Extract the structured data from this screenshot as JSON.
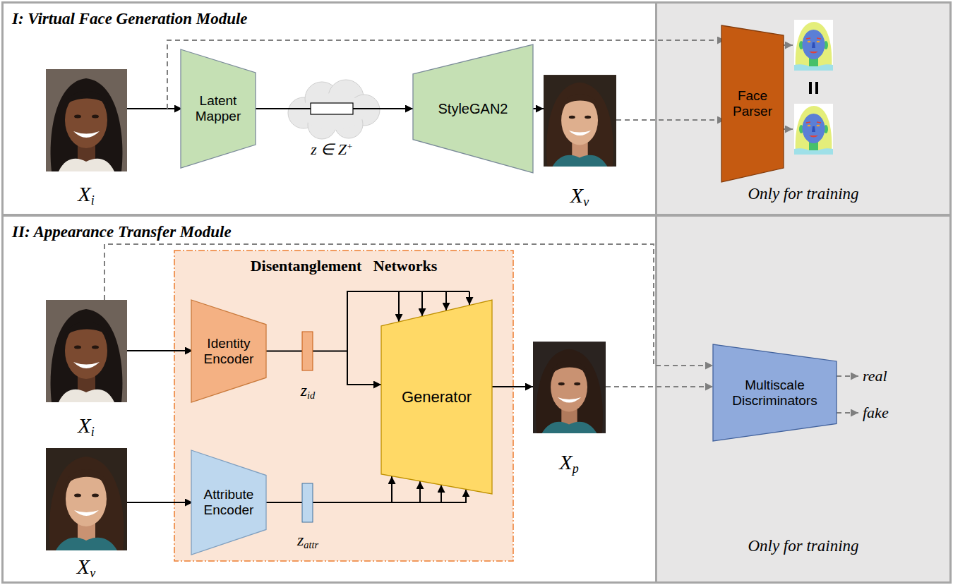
{
  "diagram": {
    "nodes": [
      {
        "text": [
          "I: Virtual Face Generation Module"
        ]
      },
      {
        "text": [
          "Latent Mapper"
        ],
        "in": 0
      },
      {
        "text": [
          "StyleGAN2"
        ],
        "in": 0
      },
      {
        "text": [
          "Only for training"
        ]
      },
      {
        "text": [
          "Face Parser"
        ],
        "in": 3
      },
      {
        "text": [
          "II: Appearance Transfer Module"
        ]
      },
      {
        "text": [
          "Disentanglement Networks"
        ],
        "in": 5
      },
      {
        "text": [
          "Identity Encoder"
        ],
        "in": 6
      },
      {
        "text": [
          "Attribute Encoder"
        ],
        "in": 6
      },
      {
        "text": [
          "Generator"
        ],
        "in": 6
      },
      {
        "text": [
          "Only for training"
        ]
      },
      {
        "text": [
          "Multiscale Discriminators"
        ],
        "in": 10
      }
    ],
    "edges": [
      {
        "from": 1,
        "to": 2,
        "arrow": "to"
      },
      {
        "from": 7,
        "to": 9,
        "arrow": "to"
      },
      {
        "from": 8,
        "to": 9,
        "arrow": "to"
      }
    ],
    "labels": [
      "Xi",
      "z ∈ Z+",
      "Xv",
      "Xi",
      "zid",
      "Xv",
      "zattr",
      "Xp",
      "real",
      "fake"
    ]
  }
}
